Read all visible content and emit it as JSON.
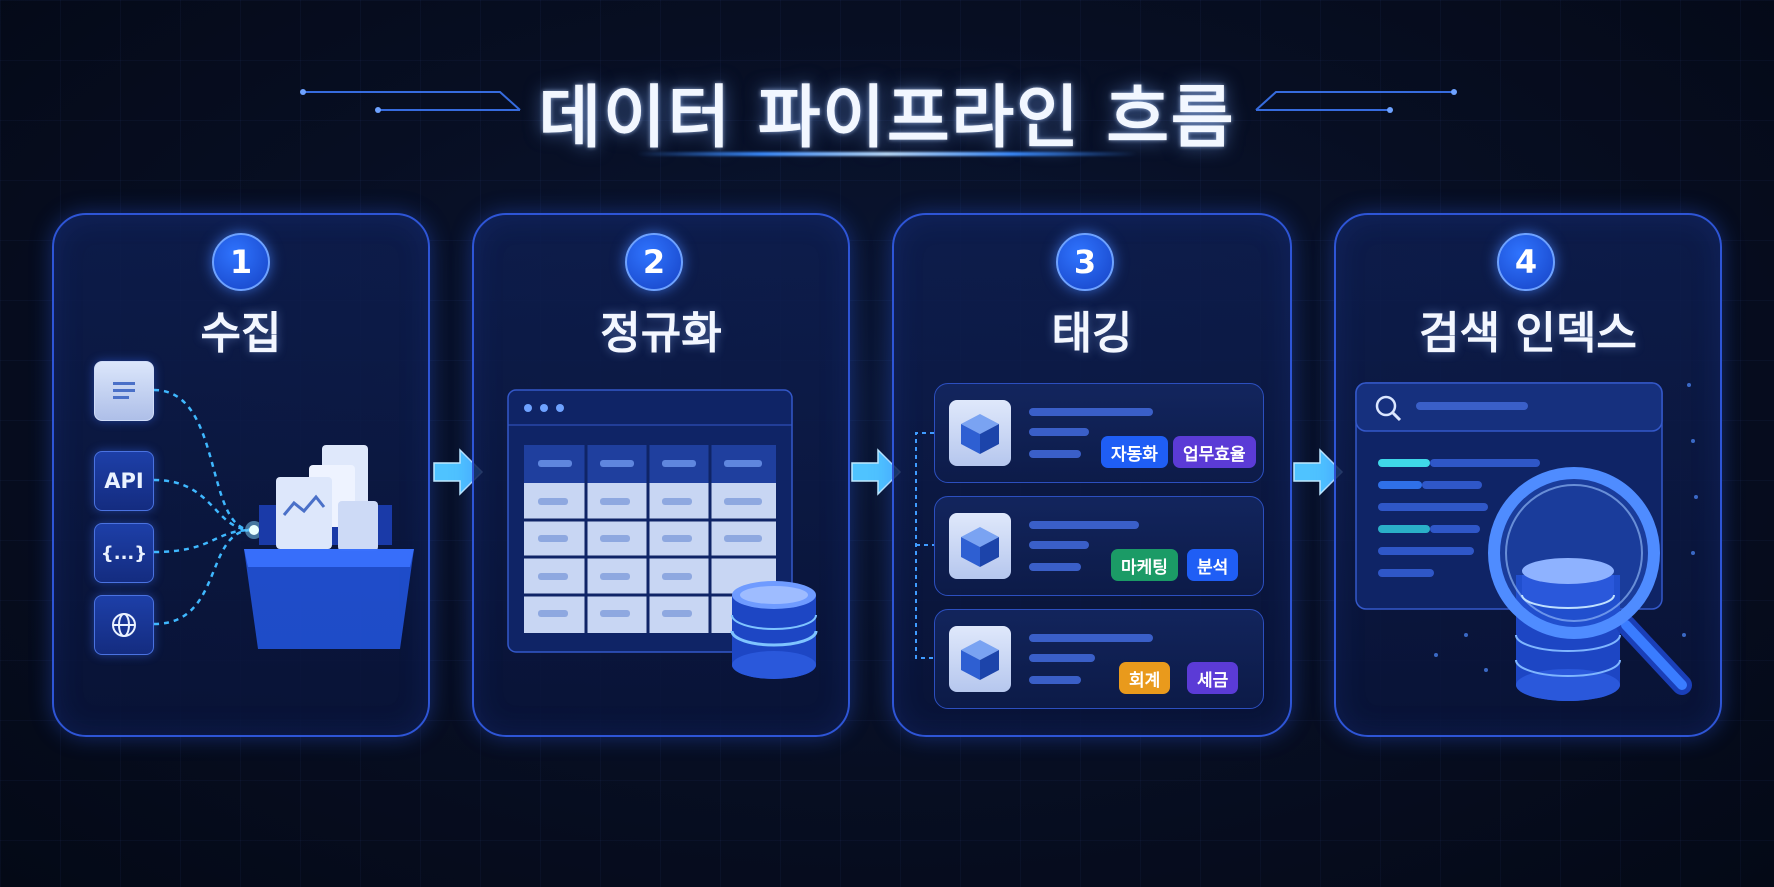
{
  "title": "데이터 파이프라인 흐름",
  "steps": [
    {
      "number": "1",
      "title": "수집",
      "sources": [
        "API",
        "{...}"
      ]
    },
    {
      "number": "2",
      "title": "정규화"
    },
    {
      "number": "3",
      "title": "태깅",
      "rows": [
        {
          "tags": [
            "자동화",
            "업무효율"
          ]
        },
        {
          "tags": [
            "마케팅",
            "분석"
          ]
        },
        {
          "tags": [
            "회계",
            "세금"
          ]
        }
      ]
    },
    {
      "number": "4",
      "title": "검색 인덱스"
    }
  ],
  "colors": {
    "accent": "#2f74ff",
    "border": "#2e55d6",
    "tag_blue": "#1f5ef5",
    "tag_purple": "#5b3bd6",
    "tag_green": "#1b9b66",
    "tag_orange": "#e99a1c"
  }
}
